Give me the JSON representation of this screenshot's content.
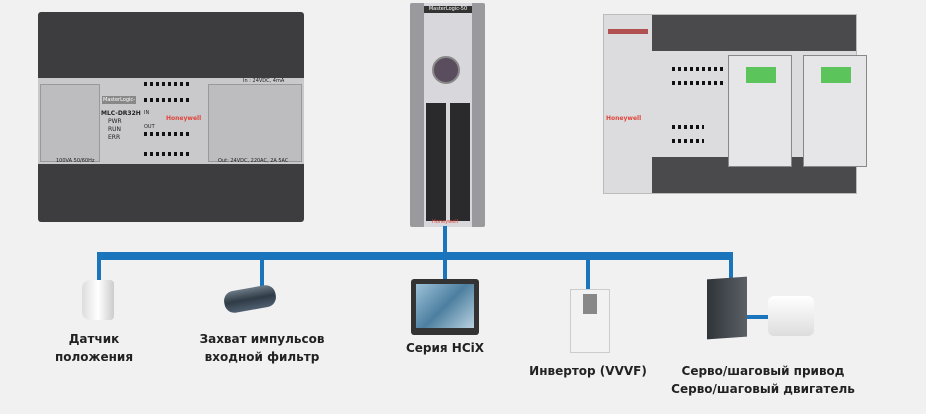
{
  "colors": {
    "bus": "#1b75bc",
    "background": "#f1f1f1",
    "brand": "#e0443a"
  },
  "plc_left": {
    "brand": "MasterLogic-50",
    "model": "MLC-DR32H",
    "leds": [
      "PWR",
      "RUN",
      "ERR"
    ],
    "in": "IN",
    "out": "OUT",
    "vendor": "Honeywell",
    "spec_in": "In : 24VDC, 4mA",
    "spec_power": "100VA 50/60Hz",
    "spec_out": "Out: 24VDC, 220AC, 2A 5AC"
  },
  "plc_center": {
    "brand": "MasterLogic-50",
    "vendor": "Honeywell"
  },
  "plc_right": {
    "vendor": "Honeywell"
  },
  "devices": [
    {
      "line1": "Датчик",
      "line2": "положения",
      "icon": "encoder-icon"
    },
    {
      "line1": "Захват импульсов",
      "line2": "входной фильтр",
      "icon": "proximity-sensor-icon"
    },
    {
      "line1": "Серия HCiX",
      "line2": "",
      "icon": "hmi-panel-icon"
    },
    {
      "line1": "Инвертор (VVVF)",
      "line2": "",
      "icon": "inverter-icon"
    },
    {
      "line1": "Серво/шаговый привод",
      "line2": "Серво/шаговый двигатель",
      "icon": "servo-drive-icon"
    }
  ]
}
